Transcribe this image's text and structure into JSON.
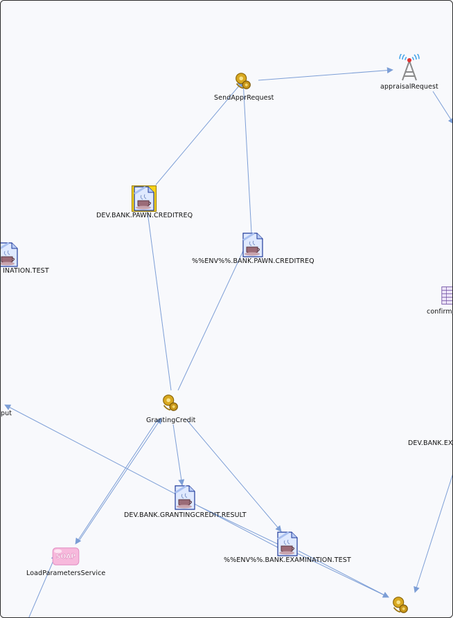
{
  "diagram": {
    "colors": {
      "edge": "#7c9ed6",
      "background": "#f8f9fc",
      "label": "#111111"
    },
    "nodes": [
      {
        "id": "send-appr-request",
        "label": "SendApprRequest",
        "icon": "process-gear-icon",
        "selected": false
      },
      {
        "id": "appraisal-request",
        "label": "appraisalRequest",
        "icon": "antenna-broadcast-icon",
        "selected": false
      },
      {
        "id": "dev-bank-pawn-creditreq",
        "label": "DEV.BANK.PAWN.CREDITREQ",
        "icon": "java-document-icon",
        "selected": true
      },
      {
        "id": "env-bank-pawn-creditreq",
        "label": "%%ENV%%.BANK.PAWN.CREDITREQ",
        "icon": "java-document-icon",
        "selected": false
      },
      {
        "id": "examination-test-left",
        "label": "INATION.TEST",
        "icon": "java-document-icon",
        "selected": false
      },
      {
        "id": "confirm",
        "label": "confirm_",
        "icon": "table-grid-icon",
        "selected": false
      },
      {
        "id": "granting-credit",
        "label": "GrantingCredit",
        "icon": "process-gear-icon",
        "selected": false
      },
      {
        "id": "put",
        "label": "put",
        "icon": "",
        "selected": false
      },
      {
        "id": "dev-bank-ex",
        "label": "DEV.BANK.EX",
        "icon": "",
        "selected": false
      },
      {
        "id": "dev-bank-grantingcredit-result",
        "label": "DEV.BANK.GRANTINGCREDIT.RESULT",
        "icon": "java-document-icon",
        "selected": false
      },
      {
        "id": "env-bank-examination-test",
        "label": "%%ENV%%.BANK.EXAMINATION.TEST",
        "icon": "java-document-icon",
        "selected": false
      },
      {
        "id": "load-parameters-service",
        "label": "LoadParametersService",
        "icon": "soap-service-icon",
        "icon_text": "SOAP",
        "selected": false
      },
      {
        "id": "bottom-process",
        "label": "",
        "icon": "process-gear-icon",
        "selected": false
      }
    ],
    "edges": [
      {
        "from": "send-appr-request",
        "to": "appraisal-request"
      },
      {
        "from": "dev-bank-pawn-creditreq",
        "to": "send-appr-request"
      },
      {
        "from": "env-bank-pawn-creditreq",
        "to": "send-appr-request"
      },
      {
        "from": "granting-credit",
        "to": "env-bank-pawn-creditreq"
      },
      {
        "from": "granting-credit",
        "to": "dev-bank-pawn-creditreq"
      },
      {
        "from": "granting-credit",
        "to": "dev-bank-grantingcredit-result"
      },
      {
        "from": "granting-credit",
        "to": "env-bank-examination-test"
      },
      {
        "from": "granting-credit",
        "to": "load-parameters-service"
      },
      {
        "from": "load-parameters-service",
        "to": "granting-credit"
      },
      {
        "from": "env-bank-examination-test",
        "to": "put"
      },
      {
        "from": "dev-bank-grantingcredit-result",
        "to": "bottom-process"
      },
      {
        "from": "env-bank-examination-test",
        "to": "bottom-process"
      },
      {
        "from": "dev-bank-ex",
        "to": "bottom-process"
      },
      {
        "from": "appraisal-request",
        "to": "confirm"
      },
      {
        "from": "offscreen-bottom",
        "to": "load-parameters-service"
      }
    ]
  }
}
